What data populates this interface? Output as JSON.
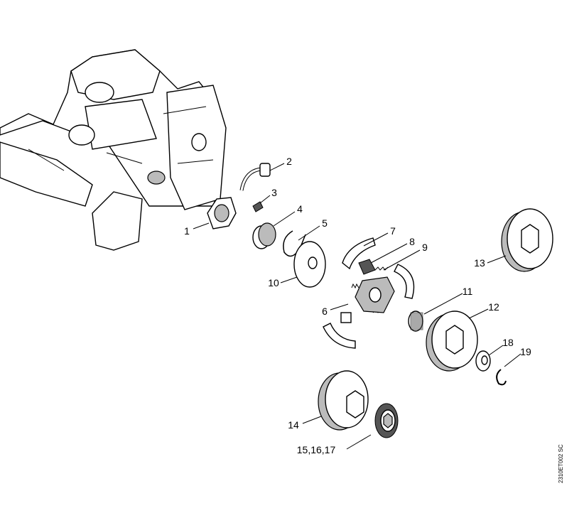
{
  "diagram": {
    "reference_code": "2310ET002 SC",
    "labels": [
      "1",
      "2",
      "3",
      "4",
      "5",
      "6",
      "7",
      "8",
      "9",
      "10",
      "11",
      "12",
      "13",
      "14",
      "15,16,17",
      "18",
      "19"
    ]
  }
}
